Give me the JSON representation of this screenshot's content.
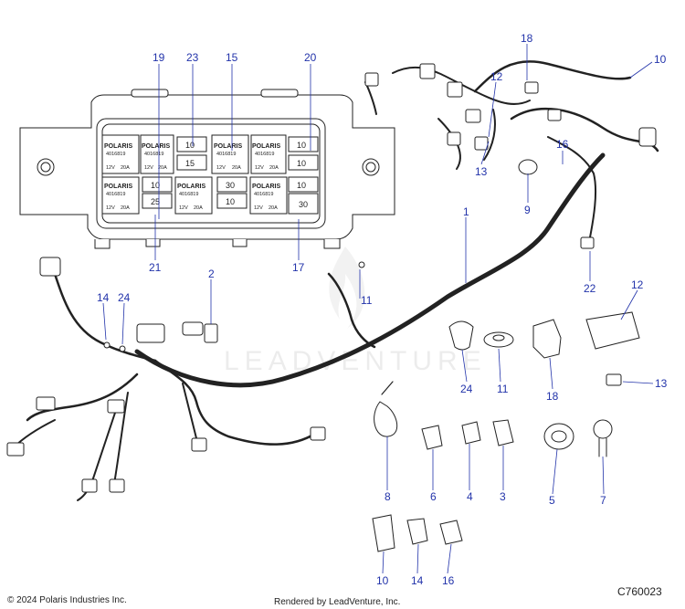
{
  "callouts": [
    {
      "id": "c19",
      "label": "19"
    },
    {
      "id": "c23",
      "label": "23"
    },
    {
      "id": "c15",
      "label": "15"
    },
    {
      "id": "c20",
      "label": "20"
    },
    {
      "id": "c21",
      "label": "21"
    },
    {
      "id": "c17",
      "label": "17"
    },
    {
      "id": "c18a",
      "label": "18"
    },
    {
      "id": "c10a",
      "label": "10"
    },
    {
      "id": "c12a",
      "label": "12"
    },
    {
      "id": "c16a",
      "label": "16"
    },
    {
      "id": "c13a",
      "label": "13"
    },
    {
      "id": "c9",
      "label": "9"
    },
    {
      "id": "c1",
      "label": "1"
    },
    {
      "id": "c22",
      "label": "22"
    },
    {
      "id": "c12b",
      "label": "12"
    },
    {
      "id": "c13b",
      "label": "13"
    },
    {
      "id": "c2",
      "label": "2"
    },
    {
      "id": "c14a",
      "label": "14"
    },
    {
      "id": "c24a",
      "label": "24"
    },
    {
      "id": "c11a",
      "label": "11"
    },
    {
      "id": "c24b",
      "label": "24"
    },
    {
      "id": "c11b",
      "label": "11"
    },
    {
      "id": "c18b",
      "label": "18"
    },
    {
      "id": "c8",
      "label": "8"
    },
    {
      "id": "c6",
      "label": "6"
    },
    {
      "id": "c4",
      "label": "4"
    },
    {
      "id": "c3",
      "label": "3"
    },
    {
      "id": "c5",
      "label": "5"
    },
    {
      "id": "c7",
      "label": "7"
    },
    {
      "id": "c10b",
      "label": "10"
    },
    {
      "id": "c14b",
      "label": "14"
    },
    {
      "id": "c16b",
      "label": "16"
    }
  ],
  "fuse_box": {
    "brand": "POLARIS",
    "part_no": "4016819",
    "rating_v": "12V",
    "rating_a": "20A",
    "fuse_values": [
      "10",
      "15",
      "10",
      "10",
      "10",
      "25",
      "30",
      "10",
      "10",
      "30"
    ]
  },
  "watermark": "LEADVENTURE",
  "footer": {
    "copyright": "© 2024 Polaris Industries Inc.",
    "rendered": "Rendered by LeadVenture, Inc.",
    "diagram_id": "C760023"
  },
  "colors": {
    "callout": "#2233aa",
    "line": "#222222"
  }
}
